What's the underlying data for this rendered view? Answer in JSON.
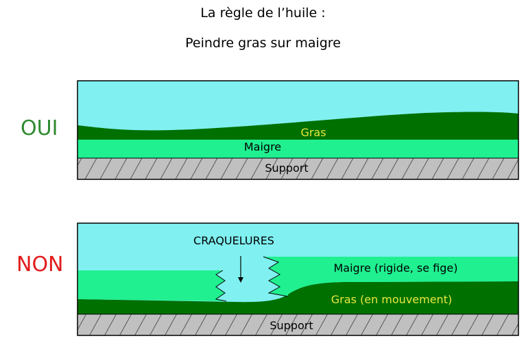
{
  "title_line1": "La règle de l’huile :",
  "title_line2": "Peindre gras sur maigre",
  "oui": {
    "label": "OUI",
    "gras": "Gras",
    "maigre": "Maigre",
    "support": "Support"
  },
  "non": {
    "label": "NON",
    "craquelures": "CRAQUELURES",
    "maigre": "Maigre (rigide, se fige)",
    "gras": "Gras (en mouvement)",
    "support": "Support"
  },
  "colors": {
    "air": "#80f0f0",
    "gras": "#007000",
    "maigre": "#20f090",
    "support": "#c0c0c0",
    "label_yellow": "#e8e840",
    "oui": "#2e8b2e",
    "non": "#e31a1a"
  }
}
